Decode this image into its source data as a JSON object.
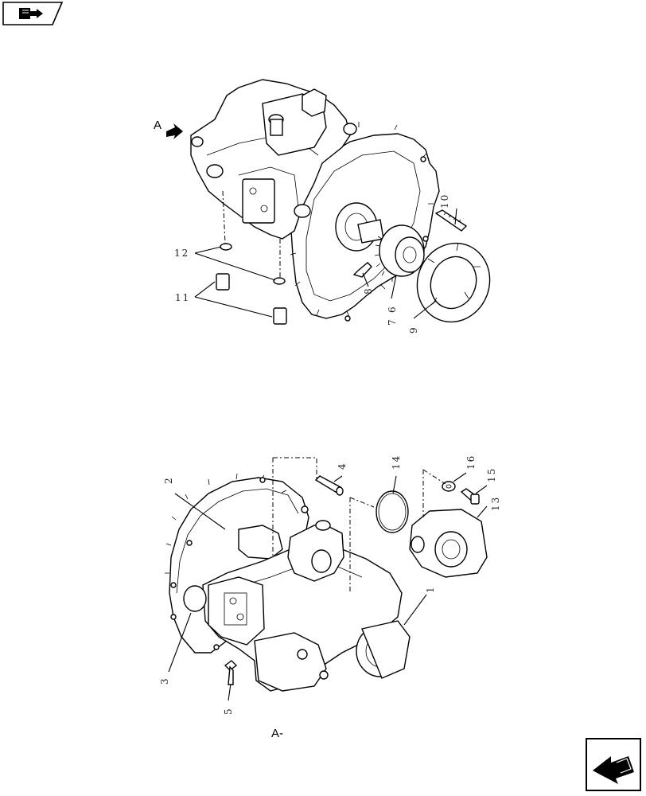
{
  "nav": {
    "top_icon": "book-arrow-icon",
    "bottom_icon": "arrow-nav-icon"
  },
  "view_labels": {
    "top": "A",
    "bottom": "A-"
  },
  "callouts": {
    "c1": "1",
    "c2": "2",
    "c3": "3",
    "c4": "4",
    "c5": "5",
    "c6": "6",
    "c7": "7",
    "c8": "8",
    "c9": "9",
    "c10": "10",
    "c11": "11",
    "c12": "12",
    "c13": "13",
    "c14": "14",
    "c15": "15",
    "c16": "16"
  }
}
